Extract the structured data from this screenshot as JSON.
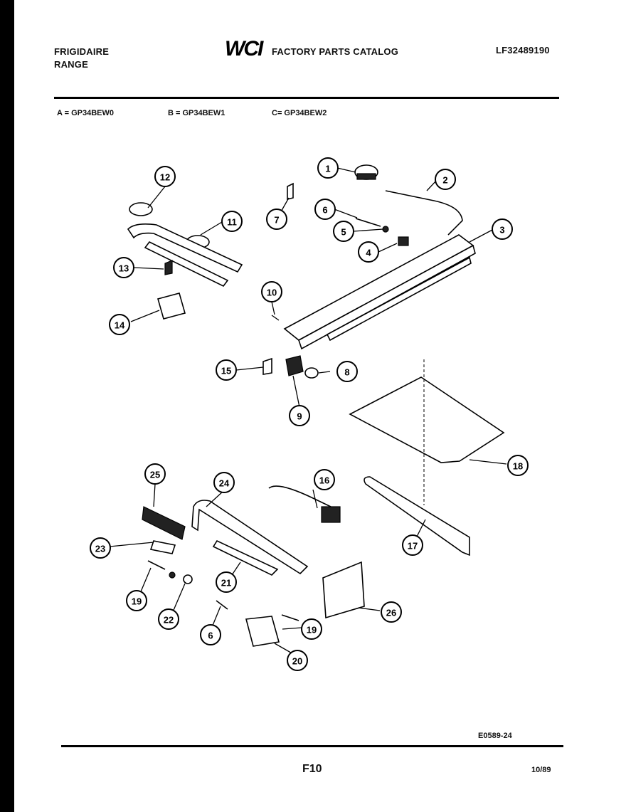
{
  "header": {
    "brand_line1": "FRIGIDAIRE",
    "brand_line2": "RANGE",
    "logo": "WCI",
    "catalog_title": "FACTORY PARTS CATALOG",
    "catalog_number": "LF32489190"
  },
  "models": {
    "a": "A = GP34BEW0",
    "b": "B = GP34BEW1",
    "c": "C= GP34BEW2"
  },
  "diagram": {
    "callouts": [
      "1",
      "2",
      "3",
      "4",
      "5",
      "6",
      "7",
      "8",
      "9",
      "10",
      "11",
      "12",
      "13",
      "14",
      "15",
      "16",
      "17",
      "18",
      "19",
      "20",
      "21",
      "22",
      "23",
      "24",
      "25",
      "26",
      "6",
      "19"
    ]
  },
  "footer": {
    "drawing_number": "E0589-24",
    "page": "F10",
    "date": "10/89"
  }
}
